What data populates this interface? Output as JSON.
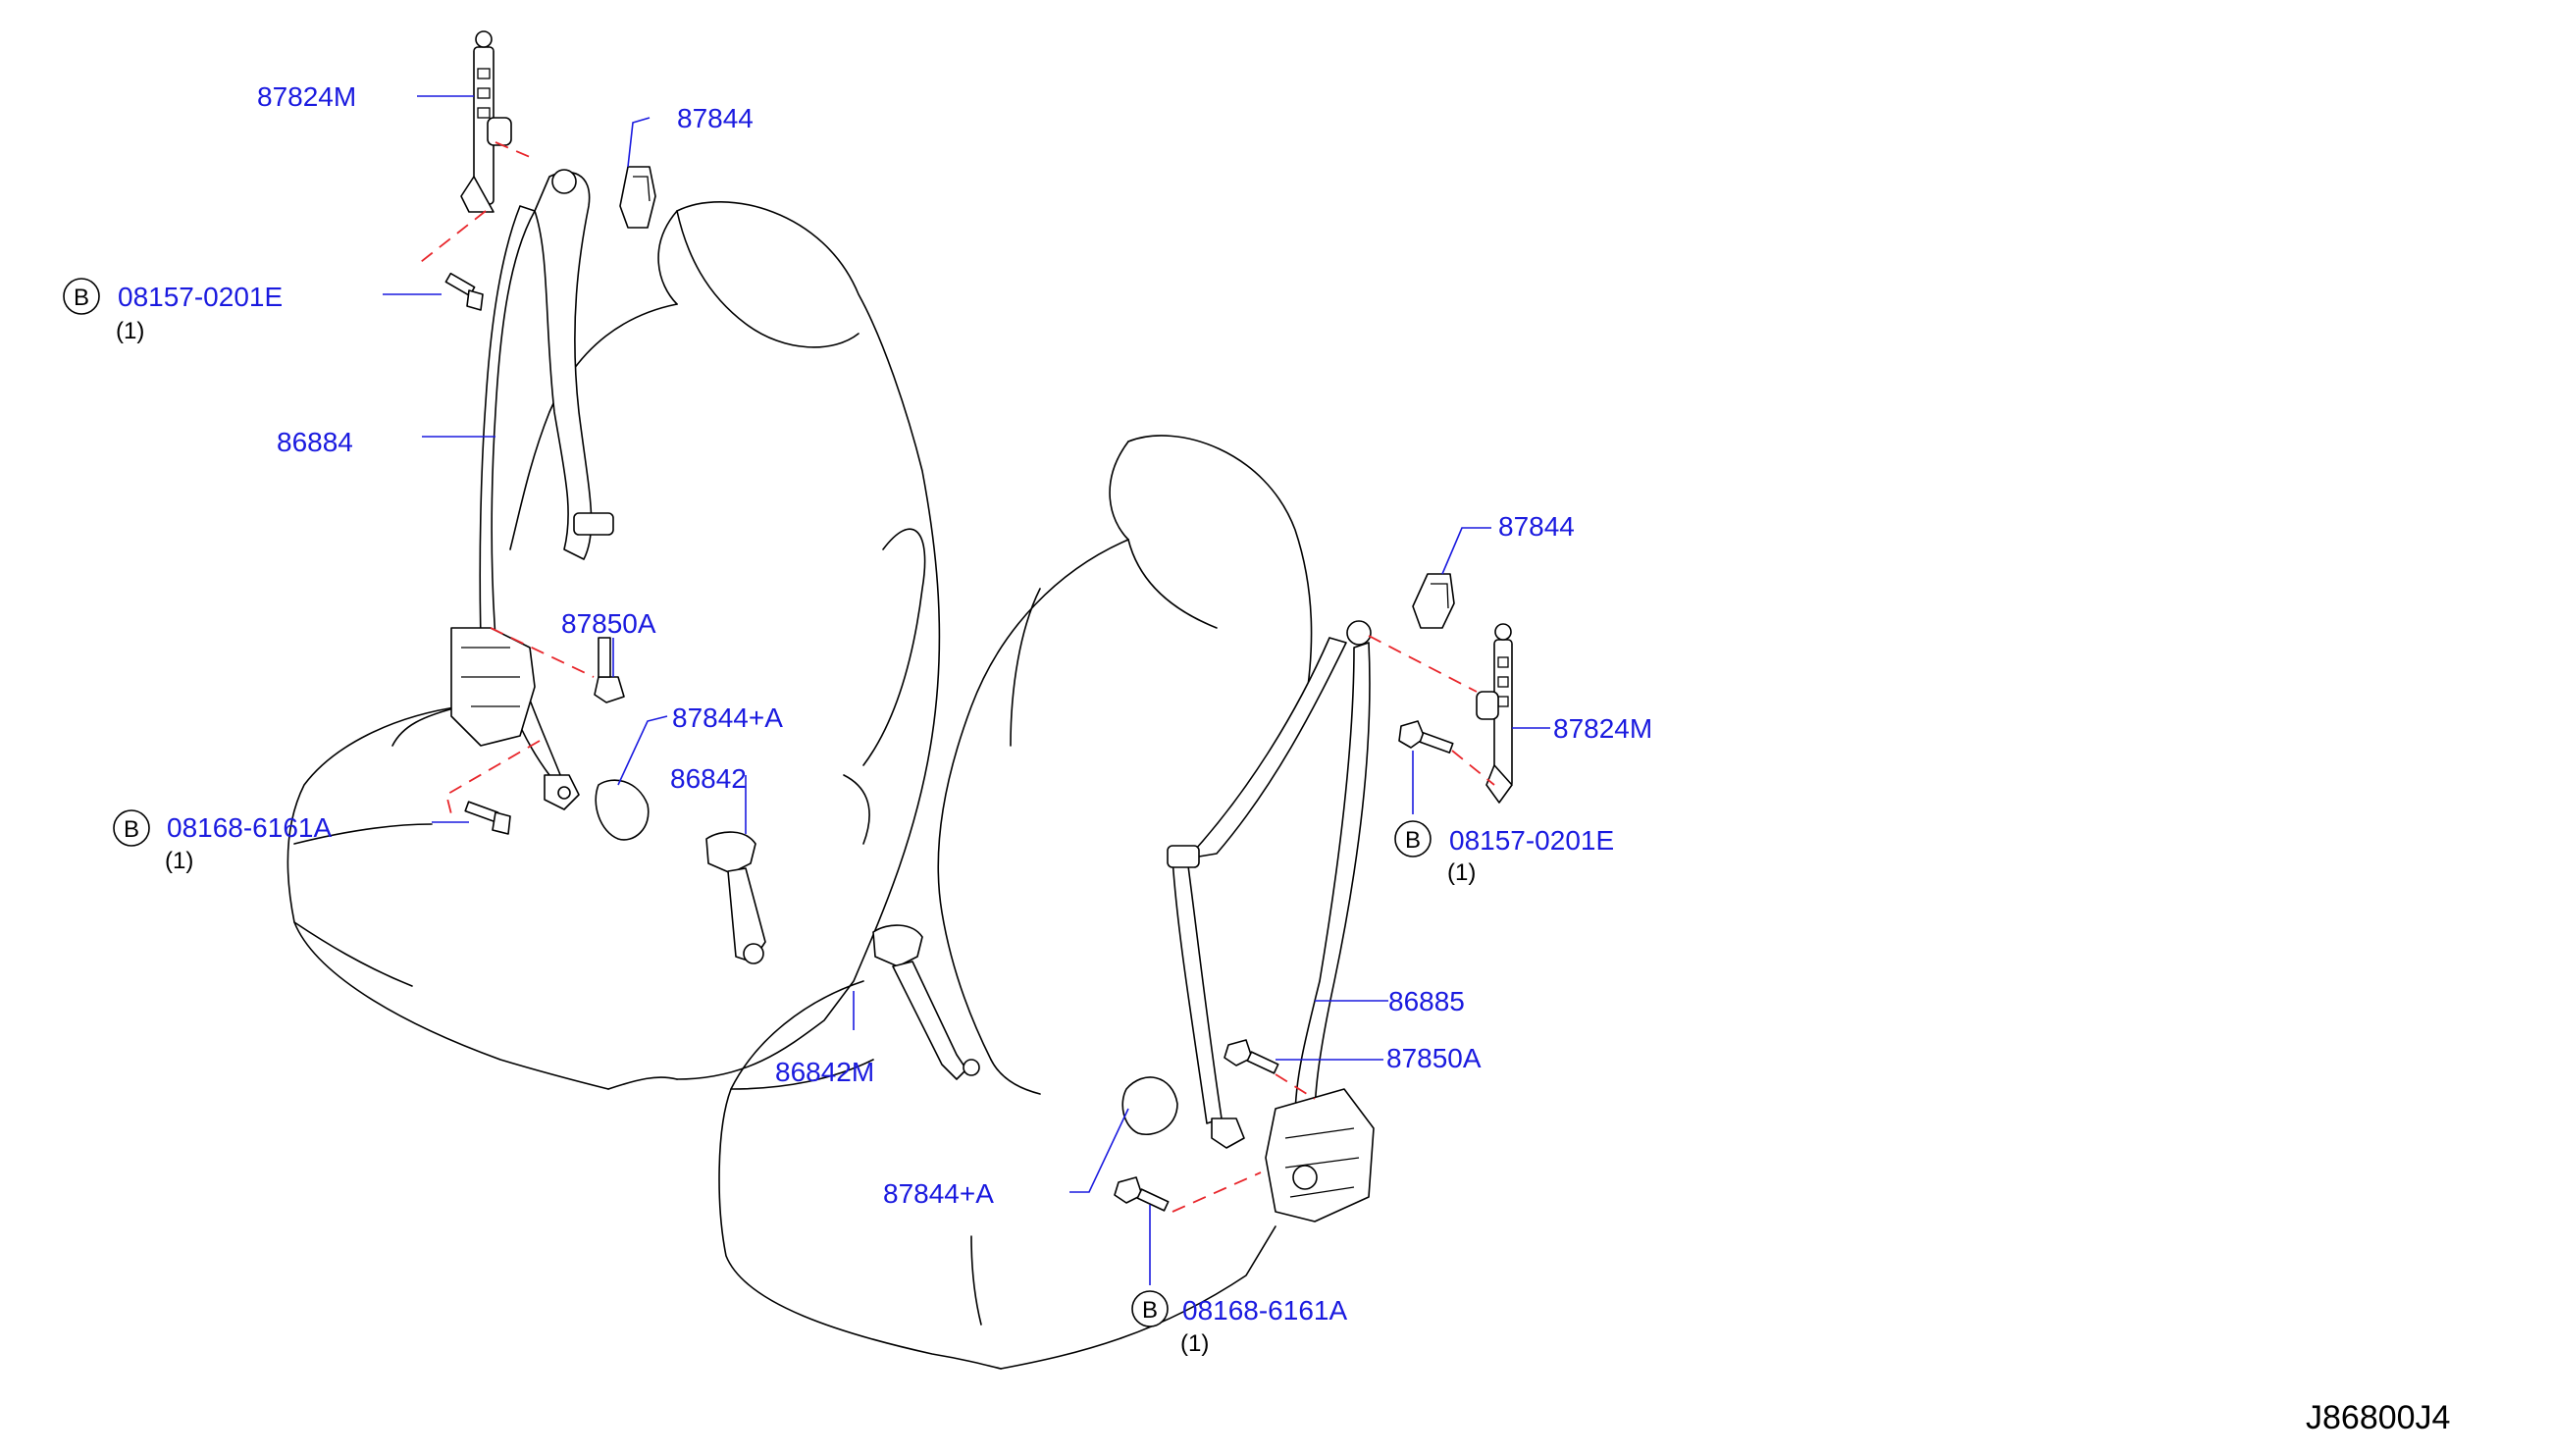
{
  "diagram_code": "J86800J4",
  "colors": {
    "label": "#1a1adf",
    "installation_line": "#e8262b",
    "drawing": "#000000"
  },
  "labels": {
    "left_87824M": "87824M",
    "left_87844": "87844",
    "left_bolt_upper": "08157-0201E",
    "left_bolt_upper_qty": "(1)",
    "left_86884": "86884",
    "left_87850A": "87850A",
    "left_87844A": "87844+A",
    "left_86842": "86842",
    "left_bolt_lower": "08168-6161A",
    "left_bolt_lower_qty": "(1)",
    "right_87844": "87844",
    "right_87824M": "87824M",
    "right_bolt_upper": "08157-0201E",
    "right_bolt_upper_qty": "(1)",
    "right_86885": "86885",
    "right_87850A": "87850A",
    "right_86842M": "86842M",
    "right_87844A": "87844+A",
    "right_bolt_lower": "08168-6161A",
    "right_bolt_lower_qty": "(1)"
  },
  "badge_letter": "B"
}
